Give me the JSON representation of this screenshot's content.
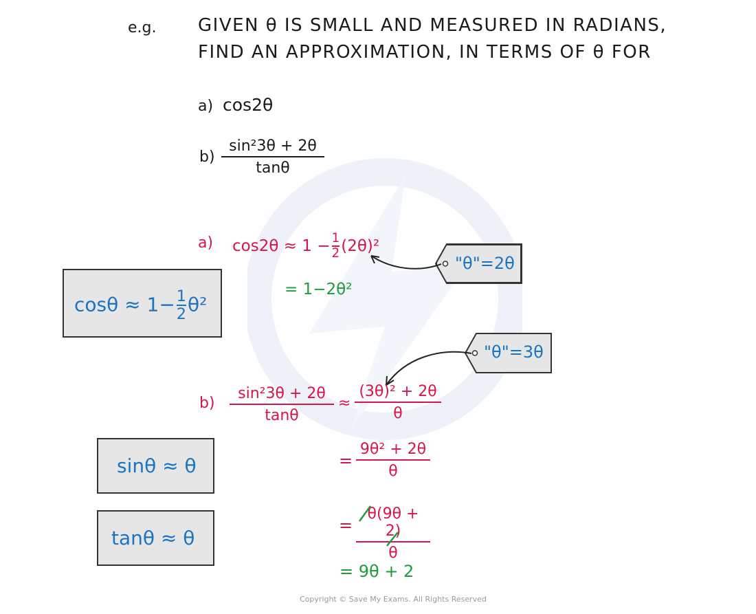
{
  "example": {
    "label": "e.g.",
    "line1": "GIVEN  θ  IS  SMALL  AND  MEASURED  IN  RADIANS,",
    "line2": "FIND  AN  APPROXIMATION,  IN  TERMS  OF  θ  FOR",
    "part_a_label": "a)",
    "part_a_expr": "cos2θ",
    "part_b_label": "b)",
    "part_b_num": "sin²3θ + 2θ",
    "part_b_den": "tanθ"
  },
  "solution_a": {
    "label": "a)",
    "lhs": "cos2θ ≈ 1 −",
    "half_num": "1",
    "half_den": "2",
    "rhs": "(2θ)²",
    "result": "= 1−2θ²"
  },
  "tag_a": {
    "text": "\"θ\"=2θ"
  },
  "tag_b": {
    "text": "\"θ\"=3θ"
  },
  "identities": {
    "cos_lhs": "cosθ ≈ 1−",
    "cos_half_num": "1",
    "cos_half_den": "2",
    "cos_rhs": "θ²",
    "sin": "sinθ ≈ θ",
    "tan": "tanθ ≈ θ"
  },
  "solution_b": {
    "label": "b)",
    "frac1_num": "sin²3θ + 2θ",
    "frac1_den": "tanθ",
    "approx": "≈",
    "frac2_num": "(3θ)² + 2θ",
    "frac2_den": "θ",
    "eq": "=",
    "frac3_num": "9θ² + 2θ",
    "frac3_den": "θ",
    "frac4_num": "θ(9θ + 2)",
    "frac4_den": "θ",
    "final": "= 9θ + 2"
  },
  "footer": {
    "copyright": "Copyright © Save My Exams. All Rights Reserved"
  },
  "colors": {
    "ink": "#1a1a1a",
    "red": "#d6154a",
    "green": "#1e9b3c",
    "blue": "#1b74c2",
    "box_fill": "#e6e6e6"
  }
}
